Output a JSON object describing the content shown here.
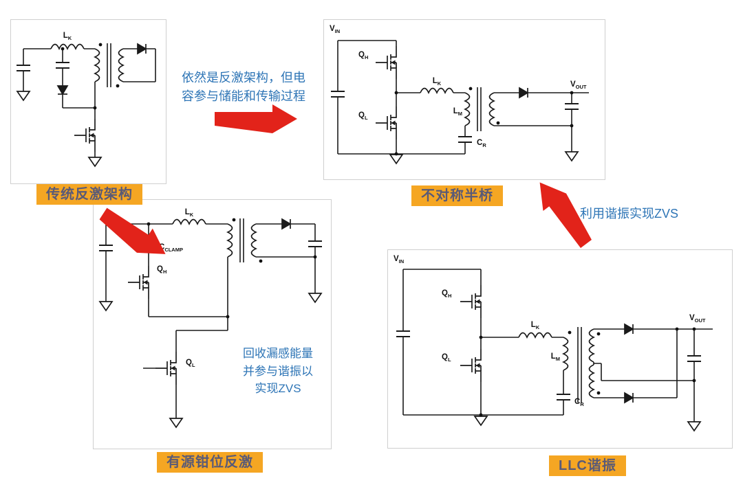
{
  "colors": {
    "arrow": "#e2231a",
    "annotation_blue": "#2e75b6",
    "badge_bg": "#f5a623",
    "badge_text": "#595a77",
    "circuit_line": "#1a1a1a"
  },
  "badges": {
    "flyback": "传统反激架构",
    "half_bridge": "不对称半桥",
    "active_clamp": "有源钳位反激",
    "llc": "LLC谐振"
  },
  "annotations": {
    "evolve_right": "依然是反激架构，但电容参与储能和传输过程",
    "resonant_zvs": "利用谐振实现ZVS",
    "clamp_lines": [
      "回收漏感能量",
      "并参与谐振以",
      "实现ZVS"
    ]
  },
  "components": {
    "vin": {
      "base": "V",
      "sub": "IN"
    },
    "vout": {
      "base": "V",
      "sub": "OUT"
    },
    "lk": {
      "base": "L",
      "sub": "K"
    },
    "lm": {
      "base": "L",
      "sub": "M"
    },
    "cr": {
      "base": "C",
      "sub": "R"
    },
    "cclamp": {
      "base": "C",
      "sub": "CLAMP"
    },
    "qh": {
      "base": "Q",
      "sub": "H"
    },
    "ql": {
      "base": "Q",
      "sub": "L"
    }
  }
}
